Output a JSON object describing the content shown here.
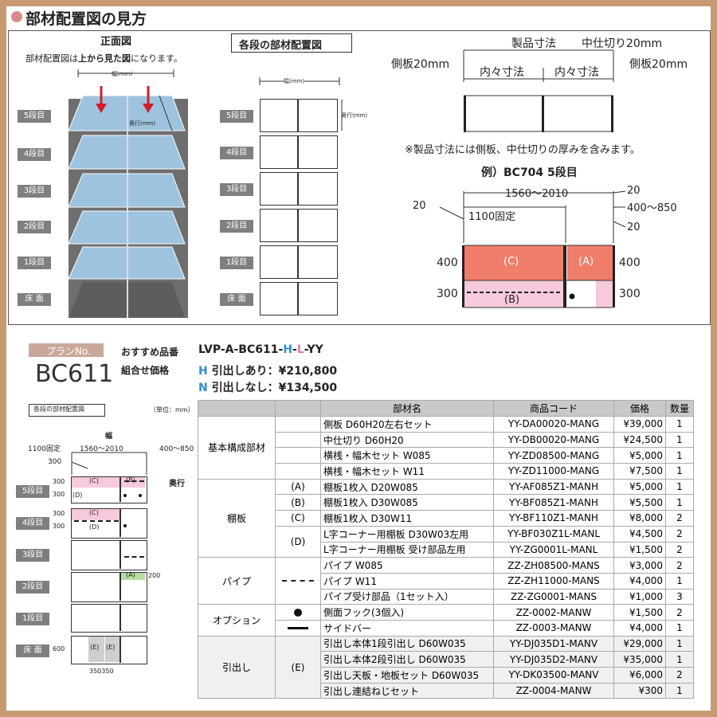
{
  "section": {
    "title": "部材配置図の見方"
  },
  "front": {
    "title": "正面図",
    "desc_pre": "部材配置図は",
    "desc_bold": "上から見た図",
    "desc_post": "になります。",
    "width_label": "幅(mm)",
    "depth_label": "奥行(mm)",
    "shelves": [
      "5段目",
      "4段目",
      "3段目",
      "2段目",
      "1段目",
      "床 面"
    ]
  },
  "layout": {
    "title": "各段の部材配置図",
    "width_label": "幅(mm)",
    "depth_label": "奥行(mm)"
  },
  "dims": {
    "product": "製品寸法",
    "divider": "中仕切り20mm",
    "side_left": "側板20mm",
    "side_right": "側板20mm",
    "inner1": "内々寸法",
    "inner2": "内々寸法",
    "note": "※製品寸法には側板、中仕切りの厚みを含みます。"
  },
  "example": {
    "title": "例）BC704 5段目",
    "range": "1560～2010",
    "fixed": "1100固定",
    "left20": "20",
    "right20a": "20",
    "right_range": "400～850",
    "right20b": "20",
    "d400l": "400",
    "d400r": "400",
    "d300l": "300",
    "d300r": "300",
    "a": "(A)",
    "b": "(B)",
    "c": "(C)"
  },
  "plan": {
    "label": "プランNo.",
    "no": "BC611",
    "rec_label": "おすすめ品番",
    "rec_code_pre": "LVP-A-BC611-",
    "rec_h": "H",
    "rec_dash1": "-",
    "rec_l": "L",
    "rec_post": "-YY",
    "price_label": "組合せ価格",
    "h_letter": "H",
    "h_text": "引出しあり：",
    "h_price": "¥210,800",
    "n_letter": "N",
    "n_text": "引出しなし：",
    "n_price": "¥134,500"
  },
  "mini": {
    "title": "各段の部材配置図",
    "unit": "（単位：mm）",
    "width": "幅",
    "fixed": "1100固定",
    "range": "1560～2010",
    "right_range": "400～850",
    "d300": "300",
    "depth": "奥行",
    "shelves": [
      "5段目",
      "4段目",
      "3段目",
      "2段目",
      "1段目",
      "床 面"
    ],
    "s5_300a": "300",
    "s5_300b": "300",
    "s4_300a": "300",
    "s4_300b": "300",
    "s2_200": "200",
    "floor_600": "600",
    "bottom": "350350",
    "c": "(C)",
    "b": "(B)",
    "d": "(D)",
    "a": "(A)",
    "e": "(E)"
  },
  "table": {
    "headers": [
      "",
      "",
      "部材名",
      "商品コード",
      "価格",
      "数量"
    ],
    "groups": {
      "basic": "基本構成部材",
      "shelf": "棚板",
      "pipe": "パイプ",
      "option": "オプション",
      "drawer": "引出し"
    },
    "rows": [
      {
        "sym": "",
        "name": "側板 D60H20左右セット",
        "code": "YY-DA00020-MANG",
        "price": "¥39,000",
        "qty": "1"
      },
      {
        "sym": "",
        "name": "中仕切り D60H20",
        "code": "YY-DB00020-MANG",
        "price": "¥24,500",
        "qty": "1"
      },
      {
        "sym": "",
        "name": "横桟・幅木セット W085",
        "code": "YY-ZD08500-MANG",
        "price": "¥5,000",
        "qty": "1"
      },
      {
        "sym": "",
        "name": "横桟・幅木セット W11",
        "code": "YY-ZD11000-MANG",
        "price": "¥7,500",
        "qty": "1"
      },
      {
        "sym": "(A)",
        "name": "棚板1枚入 D20W085",
        "code": "YY-AF085Z1-MANH",
        "price": "¥5,000",
        "qty": "1"
      },
      {
        "sym": "(B)",
        "name": "棚板1枚入 D30W085",
        "code": "YY-BF085Z1-MANH",
        "price": "¥5,500",
        "qty": "1"
      },
      {
        "sym": "(C)",
        "name": "棚板1枚入 D30W11",
        "code": "YY-BF110Z1-MANH",
        "price": "¥8,000",
        "qty": "2"
      },
      {
        "sym": "(D)",
        "name": "L字コーナー用棚板 D30W03左用",
        "code": "YY-BF030Z1L-MANL",
        "price": "¥4,500",
        "qty": "2"
      },
      {
        "sym": "",
        "name": "L字コーナー用棚板 受け部品左用",
        "code": "YY-ZG0001L-MANL",
        "price": "¥1,500",
        "qty": "2"
      },
      {
        "sym": "",
        "name": "パイプ W085",
        "code": "ZZ-ZH08500-MANS",
        "price": "¥3,000",
        "qty": "2"
      },
      {
        "sym": "",
        "name": "パイプ W11",
        "code": "ZZ-ZH11000-MANS",
        "price": "¥4,000",
        "qty": "1"
      },
      {
        "sym": "",
        "name": "パイプ受け部品（1セット入）",
        "code": "ZZ-ZG0001-MANS",
        "price": "¥1,000",
        "qty": "3"
      },
      {
        "sym": "",
        "name": "側面フック(3個入)",
        "code": "ZZ-0002-MANW",
        "price": "¥1,500",
        "qty": "2"
      },
      {
        "sym": "",
        "name": "サイドバー",
        "code": "ZZ-0003-MANW",
        "price": "¥4,000",
        "qty": "1"
      },
      {
        "sym": "(E)",
        "name": "引出し本体1段引出し D60W035",
        "code": "YY-DJ035D1-MANV",
        "price": "¥29,000",
        "qty": "1"
      },
      {
        "sym": "",
        "name": "引出し本体2段引出し D60W035",
        "code": "YY-DJ035D2-MANV",
        "price": "¥35,000",
        "qty": "1"
      },
      {
        "sym": "",
        "name": "引出し天板・地板セット D60W035",
        "code": "YY-DK03500-MANV",
        "price": "¥6,000",
        "qty": "2"
      },
      {
        "sym": "",
        "name": "引出し連結ねじセット",
        "code": "ZZ-0004-MANW",
        "price": "¥300",
        "qty": "1"
      }
    ]
  }
}
